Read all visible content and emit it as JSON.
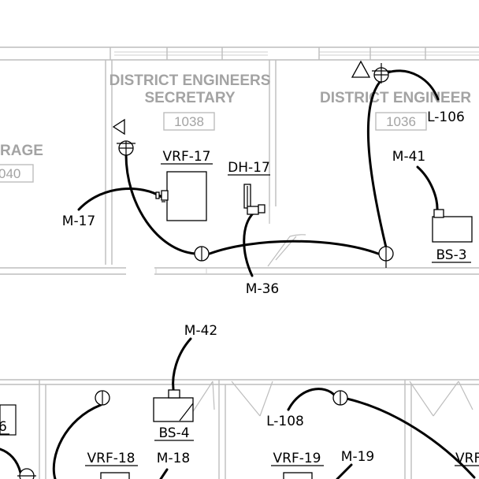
{
  "rooms": [
    {
      "name_line1": "DISTRICT ENGINEERS",
      "name_line2": "SECRETARY",
      "number": "1038"
    },
    {
      "name_line1": "DISTRICT ENGINEER",
      "number": "1036"
    },
    {
      "name_line1": "RAGE",
      "number": "040"
    }
  ],
  "tags": {
    "vrf17": "VRF-17",
    "dh17": "DH-17",
    "m17": "M-17",
    "m36": "M-36",
    "l106": "L-106",
    "m41": "M-41",
    "bs3": "BS-3",
    "m42": "M-42",
    "bs4": "BS-4",
    "l108": "L-108",
    "vrf18": "VRF-18",
    "m18": "M-18",
    "vrf19": "VRF-19",
    "m19": "M-19",
    "vrf_edge": "VRF",
    "bs_edge": "6"
  },
  "colors": {
    "room_text": "#a3a3a3",
    "walls": "#bdbdbd",
    "ink": "#000000",
    "background": "#ffffff"
  }
}
